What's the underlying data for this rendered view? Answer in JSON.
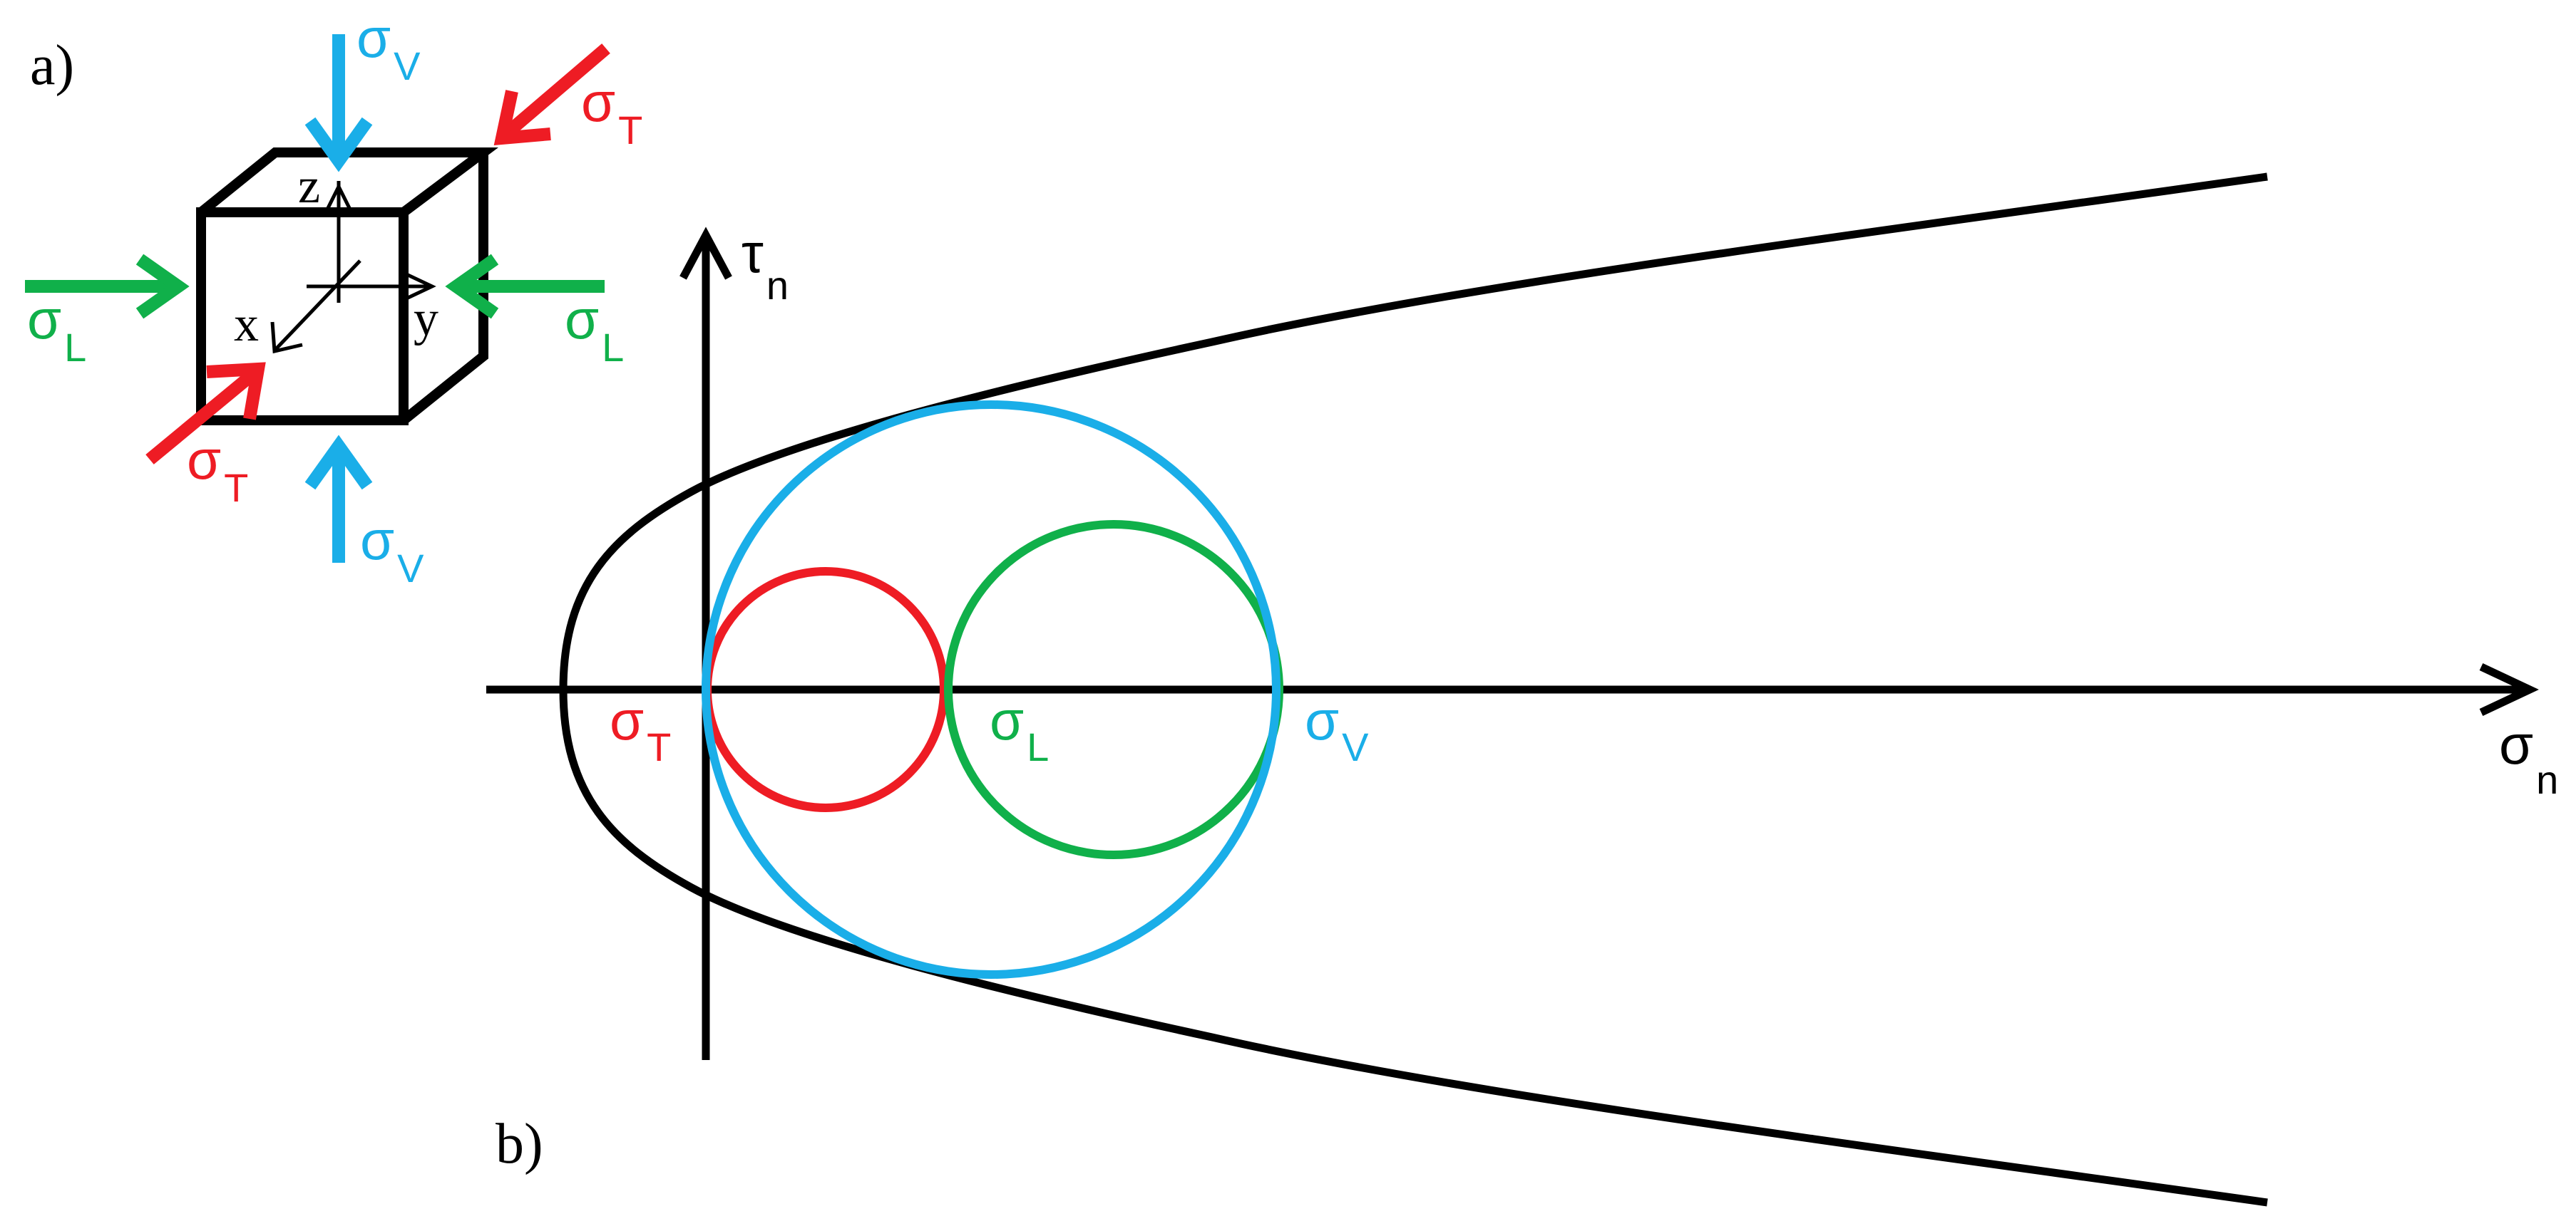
{
  "panels": {
    "a": "a)",
    "b": "b)"
  },
  "cube": {
    "axes": {
      "x": "x",
      "y": "y",
      "z": "z"
    }
  },
  "stresses": {
    "vertical": {
      "symbol": "σ",
      "subscript": "V",
      "color": "#1aaee8"
    },
    "lateral": {
      "symbol": "σ",
      "subscript": "L",
      "color": "#10b04a"
    },
    "transverse": {
      "symbol": "σ",
      "subscript": "T",
      "color": "#ee1c24"
    }
  },
  "mohr": {
    "x_axis": {
      "symbol": "σ",
      "subscript": "n"
    },
    "y_axis": {
      "symbol": "τ",
      "subscript": "n"
    },
    "circles": [
      {
        "from": "transverse",
        "to": "lateral",
        "color": "#ee1c24"
      },
      {
        "from": "lateral",
        "to": "vertical",
        "color": "#10b04a"
      },
      {
        "from": "transverse",
        "to": "vertical",
        "color": "#1aaee8"
      }
    ],
    "envelope_color": "#000000"
  }
}
